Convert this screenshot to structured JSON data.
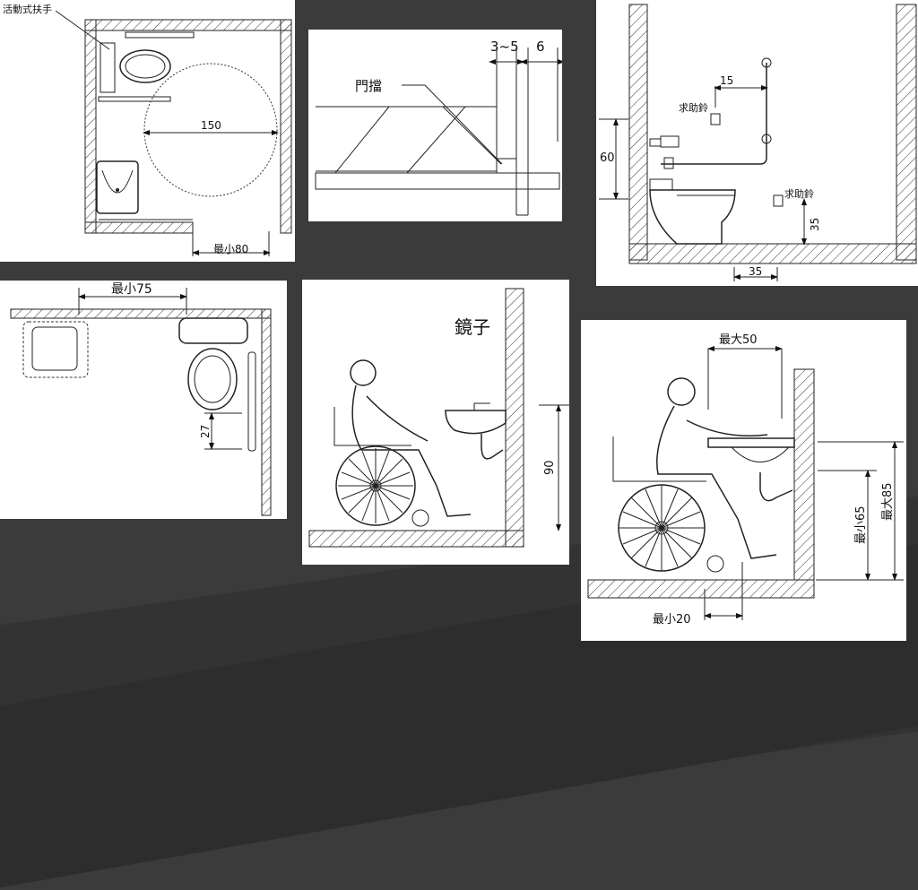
{
  "panel1": {
    "label_rail": "活動式扶手",
    "dim_circle": "150",
    "dim_door": "最小80"
  },
  "panel2": {
    "label_stop": "門擋",
    "dim_a": "3~5",
    "dim_b": "6"
  },
  "panel3": {
    "dim_grab": "15",
    "label_bell1": "求助鈴",
    "label_bell2": "求助鈴",
    "dim_height": "60",
    "dim_bell_h": "35",
    "dim_bottom": "35"
  },
  "panel4": {
    "dim_top": "最小75",
    "dim_side": "27"
  },
  "panel5": {
    "label_mirror": "鏡子",
    "dim_height": "90"
  },
  "panel6": {
    "dim_top": "最大50",
    "dim_min": "最小65",
    "dim_max": "最大85",
    "dim_bottom": "最小20"
  }
}
